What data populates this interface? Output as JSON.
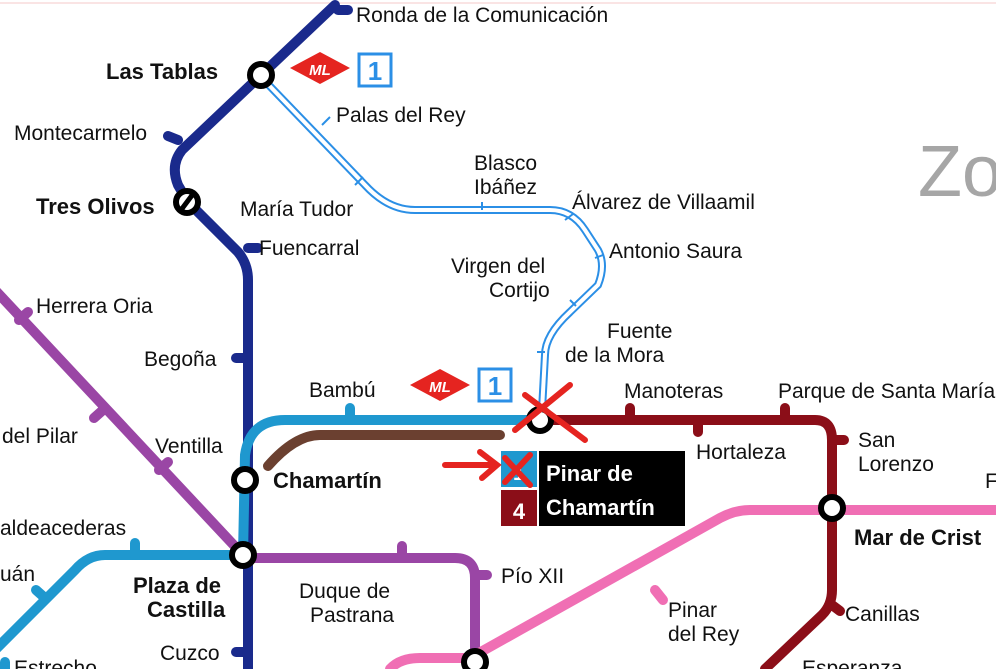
{
  "map": {
    "zone_text": "Zo",
    "colors": {
      "line10": "#1a2a8c",
      "line1": "#1f98cf",
      "line9": "#9a46a5",
      "line4": "#8b0e18",
      "line5": "#f06fb4",
      "cercanias": "#6b4030",
      "ml1": "#2b8fe6",
      "annotation": "#e52420"
    },
    "stations": {
      "ronda": "Ronda de la Comunicación",
      "las_tablas": "Las Tablas",
      "palas": "Palas del Rey",
      "montecarmelo": "Montecarmelo",
      "blasco1": "Blasco",
      "blasco2": "Ibáñez",
      "tres_olivos": "Tres Olivos",
      "maria_tudor": "María Tudor",
      "alvarez": "Álvarez de Villaamil",
      "antonio": "Antonio Saura",
      "fuencarral": "Fuencarral",
      "virgen1": "Virgen del",
      "virgen2": "Cortijo",
      "herrera": "Herrera Oria",
      "fuente1": "Fuente",
      "fuente2": "de la Mora",
      "begona": "Begoña",
      "bambu": "Bambú",
      "manoteras": "Manoteras",
      "parque": "Parque de Santa María",
      "pilar": "del Pilar",
      "ventilla": "Ventilla",
      "hortaleza": "Hortaleza",
      "san1": "San",
      "san2": "Lorenzo",
      "chamartin": "Chamartín",
      "valdeacederas": "aldeacederas",
      "mar_cristo": "Mar de Crist",
      "f_partial": "F",
      "tetuan": "uán",
      "plaza1": "Plaza de",
      "plaza2": "Castilla",
      "duque1": "Duque de",
      "duque2": "Pastrana",
      "pio": "Pío XII",
      "pinar_rey1": "Pinar",
      "pinar_rey2": "del Rey",
      "canillas": "Canillas",
      "cuzco": "Cuzco",
      "estrecho": "Estrecho",
      "esperanza": "Esperanza"
    },
    "pinar_box": {
      "line1": "Pinar de",
      "line2": "Chamartín",
      "badge_ml": "1",
      "badge_l4": "4"
    },
    "ml_logo": "ML",
    "ml_badge": "1"
  }
}
